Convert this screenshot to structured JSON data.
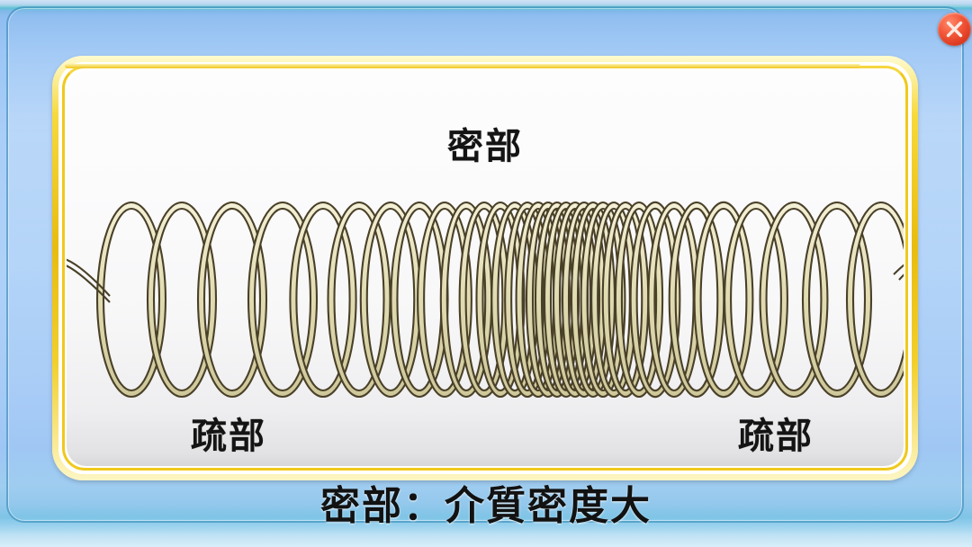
{
  "window": {
    "name": "spring-wave-illustration-window",
    "background_color": "#a9cef7",
    "border_color": "#2e84b0"
  },
  "close_button": {
    "name": "close-button",
    "label": "×",
    "color": "#dc3a20",
    "glyph_color": "#ffffff"
  },
  "card": {
    "frame_color": "#e8bc10",
    "panel_color": "#fbfbfc"
  },
  "labels": {
    "top": "密部",
    "bottom_left": "疏部",
    "bottom_right": "疏部"
  },
  "caption": {
    "text": "密部：介質密度大"
  },
  "illustration": {
    "name": "compressed-spring-coil",
    "coil_outline_color": "#4a4028",
    "coil_fill_color": "#e8e4c0",
    "description_dense_region": "密部",
    "description_sparse_region": "疏部"
  },
  "chart_data": {
    "type": "line",
    "title": "密部：介質密度大",
    "xlabel": "",
    "ylabel": "",
    "annotations": [
      {
        "text": "密部",
        "position": "top-center"
      },
      {
        "text": "疏部",
        "position": "bottom-left"
      },
      {
        "text": "疏部",
        "position": "bottom-right"
      }
    ],
    "series": [
      {
        "name": "coil-center-x-positions",
        "values": [
          72,
          128,
          184,
          240,
          285,
          325,
          360,
          392,
          420,
          444,
          464,
          482,
          498,
          512,
          524,
          535,
          545,
          555,
          565,
          575,
          585,
          596,
          608,
          621,
          636,
          654,
          675,
          700,
          730,
          766,
          808,
          856,
          905
        ]
      },
      {
        "name": "coil-spacing",
        "values": [
          56,
          56,
          56,
          45,
          40,
          35,
          32,
          28,
          24,
          20,
          18,
          16,
          14,
          12,
          11,
          10,
          10,
          10,
          10,
          10,
          11,
          12,
          13,
          15,
          18,
          21,
          25,
          30,
          36,
          42,
          48,
          49
        ]
      }
    ],
    "grid": false,
    "legend": "none"
  }
}
